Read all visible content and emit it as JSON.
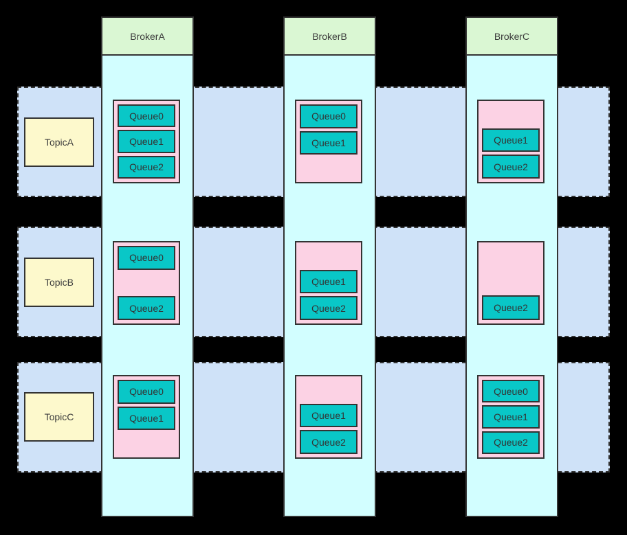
{
  "diagram": {
    "brokers": [
      {
        "label": "BrokerA"
      },
      {
        "label": "BrokerB"
      },
      {
        "label": "BrokerC"
      }
    ],
    "topics": [
      {
        "label": "TopicA"
      },
      {
        "label": "TopicB"
      },
      {
        "label": "TopicC"
      }
    ],
    "cells": [
      {
        "topic": "TopicA",
        "broker": "BrokerA",
        "slots": [
          "Queue0",
          "Queue1",
          "Queue2"
        ]
      },
      {
        "topic": "TopicA",
        "broker": "BrokerB",
        "slots": [
          "Queue0",
          "Queue1",
          null
        ]
      },
      {
        "topic": "TopicA",
        "broker": "BrokerC",
        "slots": [
          null,
          "Queue1",
          "Queue2"
        ]
      },
      {
        "topic": "TopicB",
        "broker": "BrokerA",
        "slots": [
          "Queue0",
          null,
          "Queue2"
        ]
      },
      {
        "topic": "TopicB",
        "broker": "BrokerB",
        "slots": [
          null,
          "Queue1",
          "Queue2"
        ]
      },
      {
        "topic": "TopicB",
        "broker": "BrokerC",
        "slots": [
          null,
          null,
          "Queue2"
        ]
      },
      {
        "topic": "TopicC",
        "broker": "BrokerA",
        "slots": [
          "Queue0",
          "Queue1",
          null
        ]
      },
      {
        "topic": "TopicC",
        "broker": "BrokerB",
        "slots": [
          null,
          "Queue1",
          "Queue2"
        ]
      },
      {
        "topic": "TopicC",
        "broker": "BrokerC",
        "slots": [
          "Queue0",
          "Queue1",
          "Queue2"
        ]
      }
    ],
    "colors": {
      "background": "#000000",
      "topic_band": "#cfe2f8",
      "topic_node": "#fdf9cc",
      "broker_header": "#daf7d3",
      "broker_body": "#d2feff",
      "queue_container": "#fcd2e4",
      "queue_node": "#09c7c7",
      "border": "#333333"
    }
  }
}
